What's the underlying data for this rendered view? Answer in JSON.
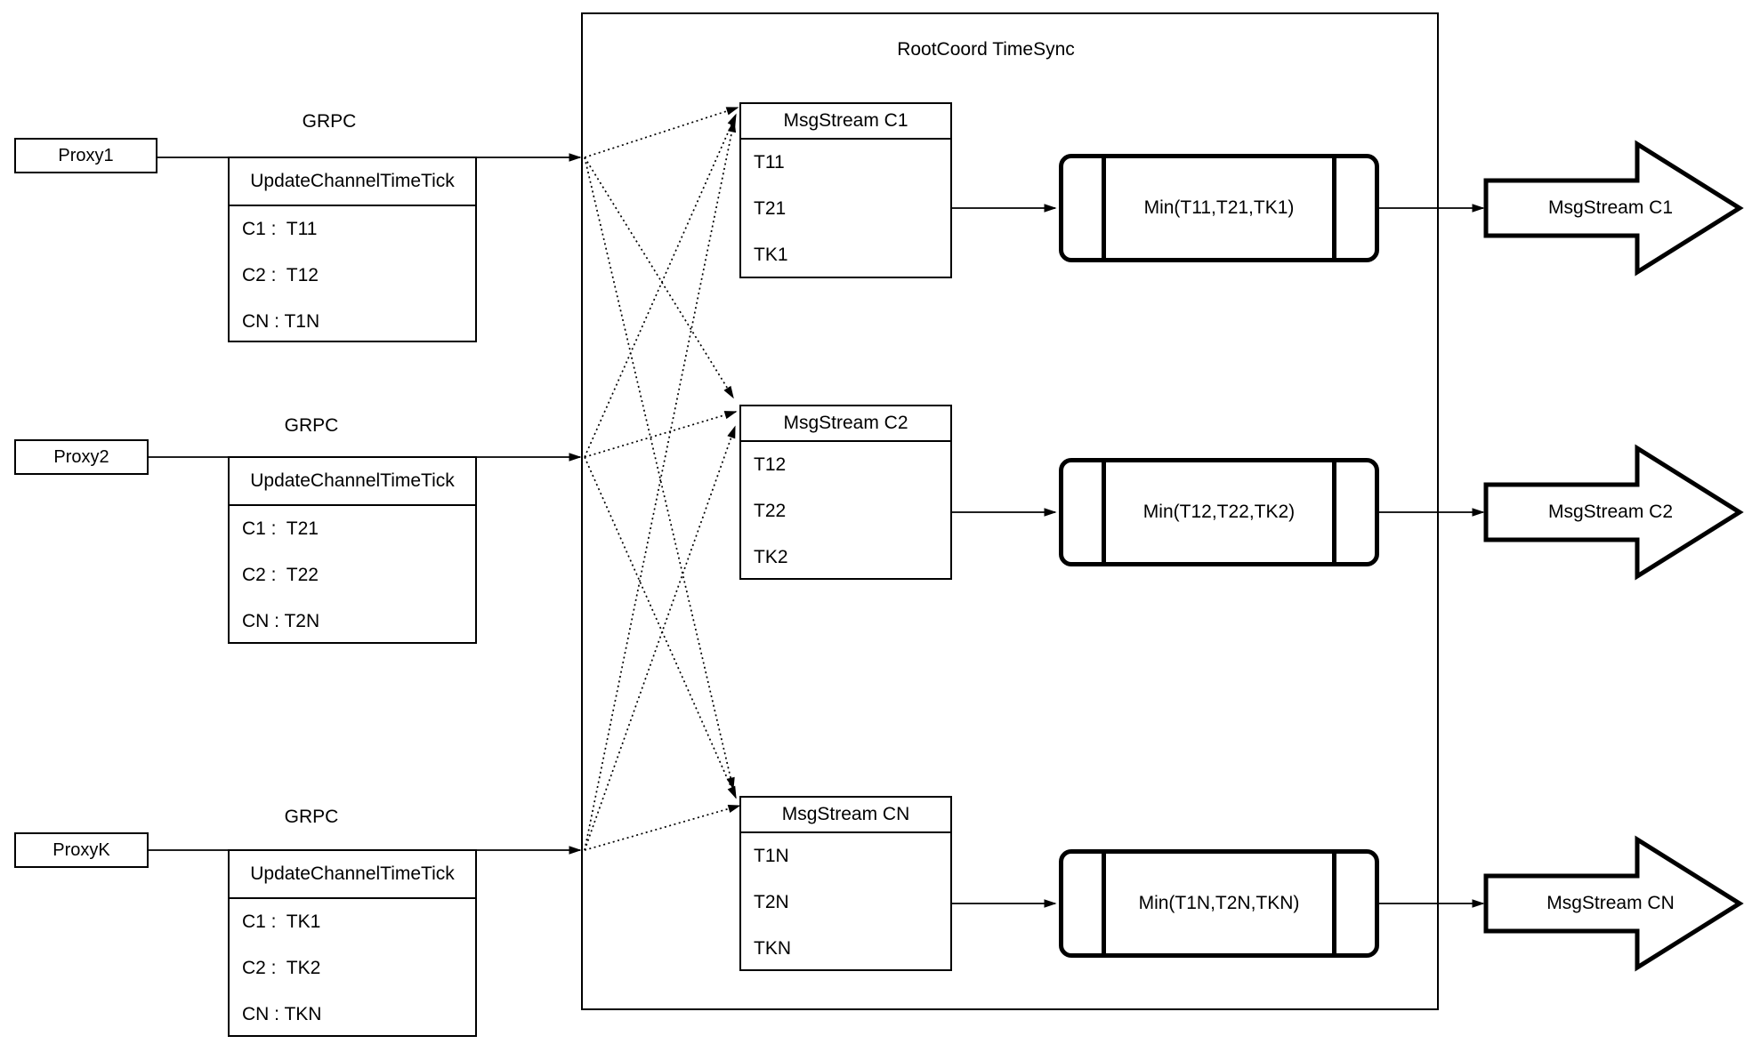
{
  "title": "RootCoord TimeSync",
  "proxies": [
    {
      "name": "Proxy1",
      "protocol": "GRPC",
      "table_header": "UpdateChannelTimeTick",
      "rows": [
        "C1 :  T11",
        "C2 :  T12",
        "CN : T1N"
      ]
    },
    {
      "name": "Proxy2",
      "protocol": "GRPC",
      "table_header": "UpdateChannelTimeTick",
      "rows": [
        "C1 :  T21",
        "C2 :  T22",
        "CN : T2N"
      ]
    },
    {
      "name": "ProxyK",
      "protocol": "GRPC",
      "table_header": "UpdateChannelTimeTick",
      "rows": [
        "C1 :  TK1",
        "C2 :  TK2",
        "CN : TKN"
      ]
    }
  ],
  "streams": [
    {
      "header": "MsgStream C1",
      "ticks": [
        "T11",
        "T21",
        "TK1"
      ],
      "min_label": "Min(T11,T21,TK1)",
      "output_label": "MsgStream C1"
    },
    {
      "header": "MsgStream C2",
      "ticks": [
        "T12",
        "T22",
        "TK2"
      ],
      "min_label": "Min(T12,T22,TK2)",
      "output_label": "MsgStream C2"
    },
    {
      "header": "MsgStream CN",
      "ticks": [
        "T1N",
        "T2N",
        "TKN"
      ],
      "min_label": "Min(T1N,T2N,TKN)",
      "output_label": "MsgStream CN"
    }
  ],
  "colors": {
    "stroke": "#000000",
    "background": "#ffffff"
  }
}
